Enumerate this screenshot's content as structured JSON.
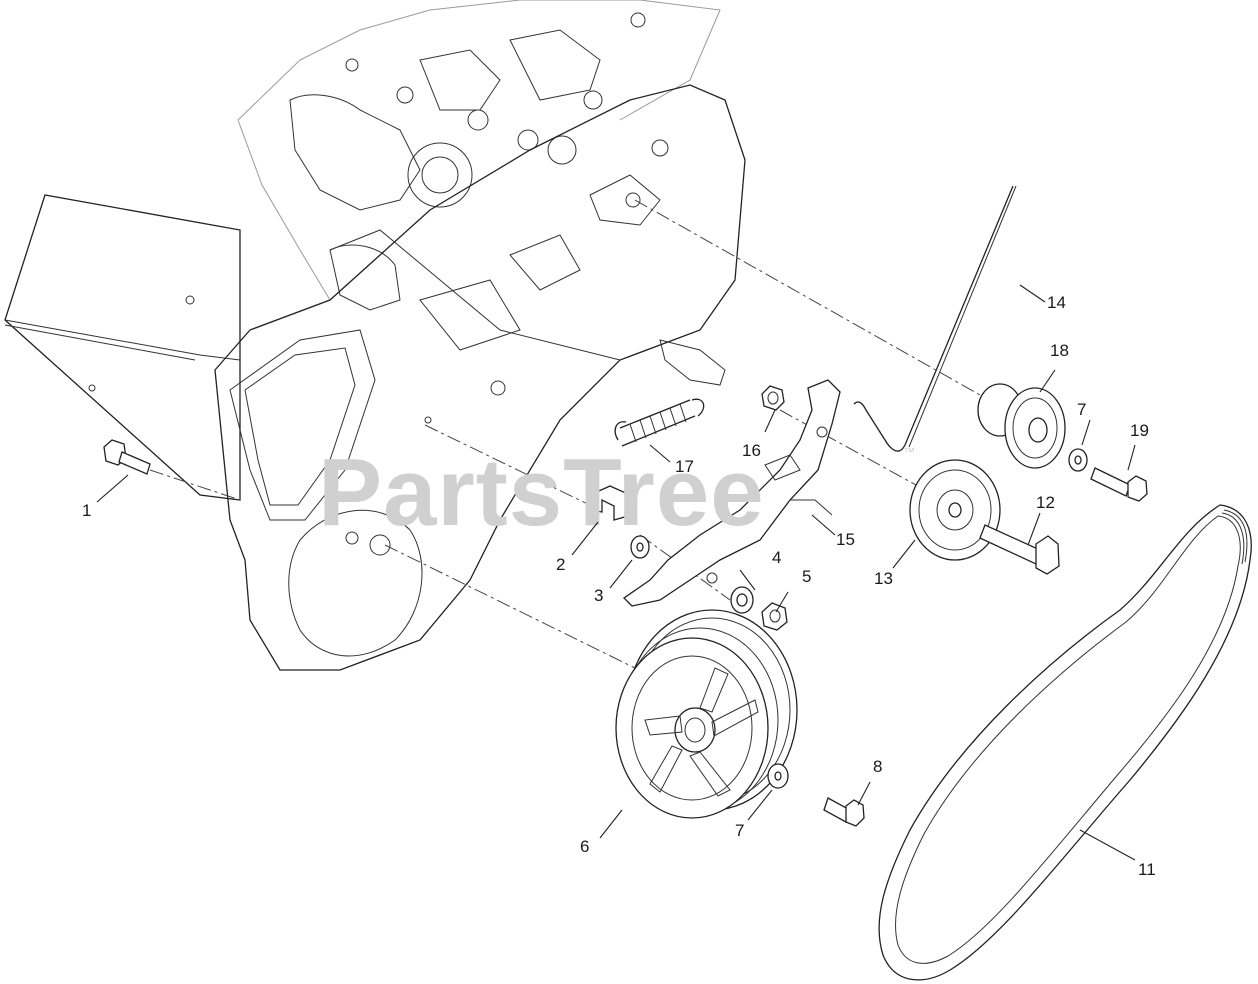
{
  "watermark": {
    "text": "PartsTree",
    "trademark": "™"
  },
  "callouts": {
    "c1": "1",
    "c2": "2",
    "c3": "3",
    "c4": "4",
    "c5": "5",
    "c6": "6",
    "c7a": "7",
    "c7b": "7",
    "c8": "8",
    "c11": "11",
    "c12": "12",
    "c13": "13",
    "c14": "14",
    "c15": "15",
    "c16": "16",
    "c17": "17",
    "c18": "18",
    "c19": "19"
  }
}
